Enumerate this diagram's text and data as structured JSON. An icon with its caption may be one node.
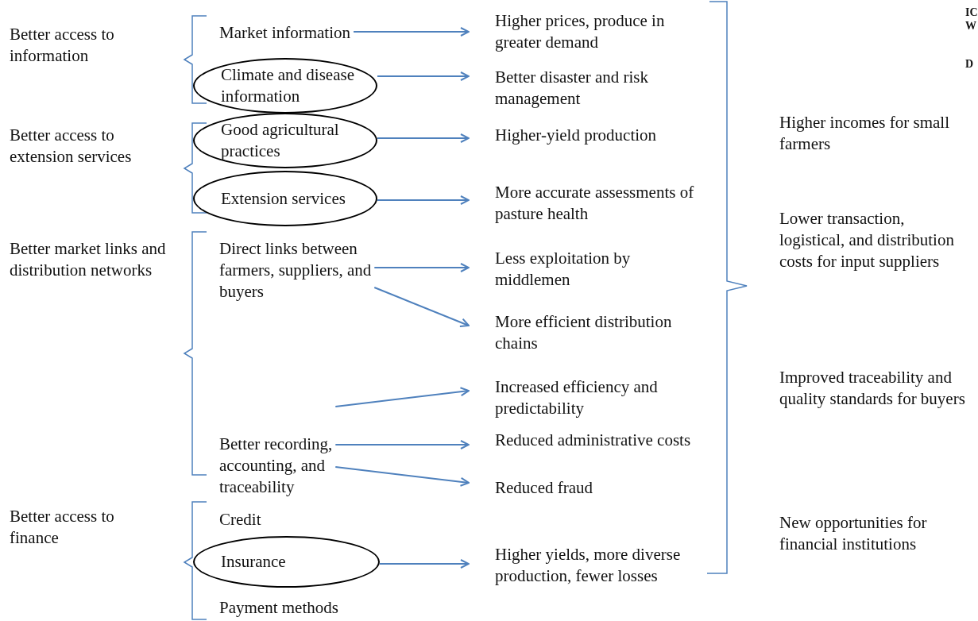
{
  "diagram": {
    "nodes": [
      {
        "text": [
          "Market information"
        ]
      },
      {
        "text": [
          "Higher prices, produce in greater demand"
        ]
      },
      {
        "text": [
          "Climate and disease information"
        ]
      },
      {
        "text": [
          "Better disaster and risk management"
        ]
      },
      {
        "text": [
          "Good agricultural practices"
        ]
      },
      {
        "text": [
          "Higher-yield production"
        ]
      },
      {
        "text": [
          "Extension services"
        ]
      },
      {
        "text": [
          "More accurate assessments of pasture health"
        ]
      },
      {
        "text": [
          "Direct links between farmers, suppliers, and buyers"
        ]
      },
      {
        "text": [
          "Less exploitation by middlemen"
        ]
      },
      {
        "text": [
          "More efficient distribution chains"
        ]
      },
      {
        "text": [
          "Increased efficiency and predictability"
        ]
      },
      {
        "text": [
          "Better recording, accounting, and traceability"
        ]
      },
      {
        "text": [
          "Reduced administrative costs"
        ]
      },
      {
        "text": [
          "Reduced fraud"
        ]
      },
      {
        "text": [
          "Insurance"
        ]
      },
      {
        "text": [
          "Higher yields, more diverse production, fewer losses"
        ]
      }
    ],
    "edges": [
      {
        "from": 0,
        "to": 1,
        "arrow": "to"
      },
      {
        "from": 2,
        "to": 3,
        "arrow": "to"
      },
      {
        "from": 4,
        "to": 5,
        "arrow": "to"
      },
      {
        "from": 6,
        "to": 7,
        "arrow": "to"
      },
      {
        "from": 8,
        "to": 9,
        "arrow": "to"
      },
      {
        "from": 8,
        "to": 10,
        "arrow": "to"
      },
      {
        "from": 12,
        "to": 11,
        "arrow": "to"
      },
      {
        "from": 12,
        "to": 13,
        "arrow": "to"
      },
      {
        "from": 12,
        "to": 14,
        "arrow": "to"
      },
      {
        "from": 15,
        "to": 16,
        "arrow": "to"
      }
    ],
    "labels": [
      "IC",
      "W",
      "D",
      "Better access to information",
      "Better access to extension services",
      "Better market links and distribution networks",
      "Better access to finance",
      "Credit",
      "Payment methods",
      "Higher incomes for small farmers",
      "Lower transaction, logistical, and distribution costs for input suppliers",
      "Improved traceability and quality standards for buyers",
      "New opportunities for financial institutions"
    ]
  }
}
